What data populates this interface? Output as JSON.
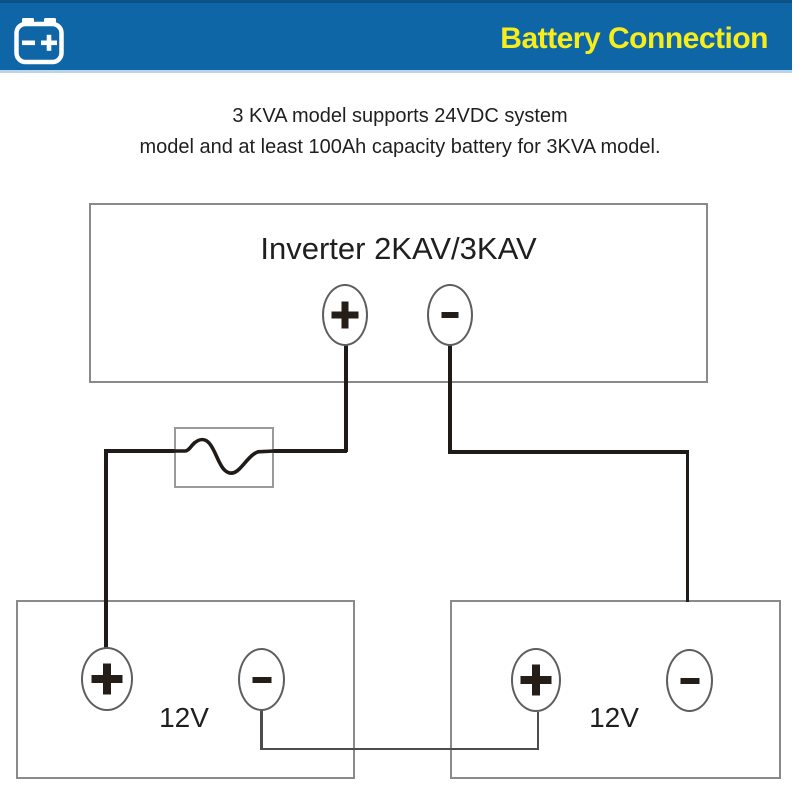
{
  "header": {
    "title": "Battery Connection",
    "bar_color": "#0f66a6",
    "title_color": "#f7ed1a",
    "icon": "battery-icon"
  },
  "description": {
    "line1": "3 KVA model supports 24VDC system",
    "line2": "model and at least 100Ah capacity battery for 3KVA model."
  },
  "inverter": {
    "label": "Inverter 2KAV/3KAV",
    "terminals": [
      "plus",
      "minus"
    ]
  },
  "fuse": {
    "symbol": "inline-fuse-wave"
  },
  "batteries": [
    {
      "label": "12V",
      "terminals": [
        "plus",
        "minus"
      ]
    },
    {
      "label": "12V",
      "terminals": [
        "plus",
        "minus"
      ]
    }
  ],
  "connections": [
    "inverter-plus -> fuse -> battery-left-plus",
    "inverter-minus -> battery-right-top",
    "battery-left-minus -> battery-right-plus"
  ],
  "colors": {
    "wire": "#211b17",
    "link_wire": "#4d4d4d",
    "box_border": "#8a8a8a"
  }
}
